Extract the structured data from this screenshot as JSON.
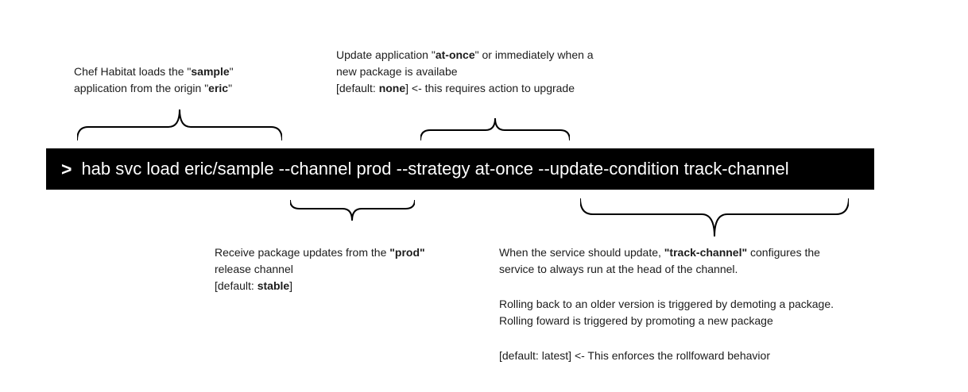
{
  "terminal": {
    "prompt": ">",
    "command": "hab svc load eric/sample --channel prod --strategy at-once --update-condition track-channel",
    "bg_color": "#000000",
    "fg_color": "#ffffff"
  },
  "annotations": {
    "origin": {
      "lines": [
        [
          {
            "t": "Chef Habitat loads the \""
          },
          {
            "t": "sample",
            "b": true
          },
          {
            "t": "\""
          }
        ],
        [
          {
            "t": "application from the origin \""
          },
          {
            "t": "eric",
            "b": true
          },
          {
            "t": "\""
          }
        ]
      ]
    },
    "strategy": {
      "lines": [
        [
          {
            "t": "Update application \""
          },
          {
            "t": "at-once",
            "b": true
          },
          {
            "t": "\" or immediately when a"
          }
        ],
        [
          {
            "t": "new package is availabe"
          }
        ],
        [
          {
            "t": "[default: "
          },
          {
            "t": "none",
            "b": true
          },
          {
            "t": "] <- this requires action to upgrade"
          }
        ]
      ]
    },
    "channel": {
      "lines": [
        [
          {
            "t": "Receive package updates from the "
          },
          {
            "t": "\"prod\"",
            "b": true
          }
        ],
        [
          {
            "t": "release channel"
          }
        ],
        [
          {
            "t": "[default: "
          },
          {
            "t": "stable",
            "b": true
          },
          {
            "t": "]"
          }
        ]
      ]
    },
    "update_condition": {
      "paragraphs": [
        [
          [
            {
              "t": "When the service should update, "
            },
            {
              "t": "\"track-channel\"",
              "b": true
            },
            {
              "t": " configures the"
            }
          ],
          [
            {
              "t": "service to always run at the head of the channel."
            }
          ]
        ],
        [
          [
            {
              "t": "Rolling back to an older version is triggered by demoting a package."
            }
          ],
          [
            {
              "t": "Rolling foward is triggered by promoting a new package"
            }
          ]
        ],
        [
          [
            {
              "t": "[default: latest] <- This enforces the rollfoward behavior"
            }
          ]
        ]
      ]
    }
  }
}
